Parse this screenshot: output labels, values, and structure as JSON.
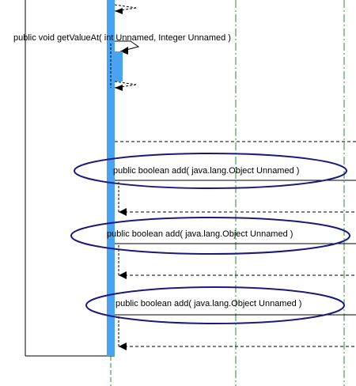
{
  "diagram": {
    "type": "uml-sequence-diagram",
    "colors": {
      "activation": "#4aa3f0",
      "lifeline_green": "#2e8b2e",
      "highlight_ellipse": "#1a1a7a",
      "line": "#000000"
    },
    "messages": [
      {
        "label": "public void  getValueAt( int Unnamed, Integer Unnamed )"
      },
      {
        "label": "public boolean  add( java.lang.Object Unnamed )",
        "highlighted": true
      },
      {
        "label": "public boolean  add( java.lang.Object Unnamed )",
        "highlighted": true
      },
      {
        "label": "public boolean  add( java.lang.Object Unnamed )",
        "highlighted": true
      }
    ]
  }
}
